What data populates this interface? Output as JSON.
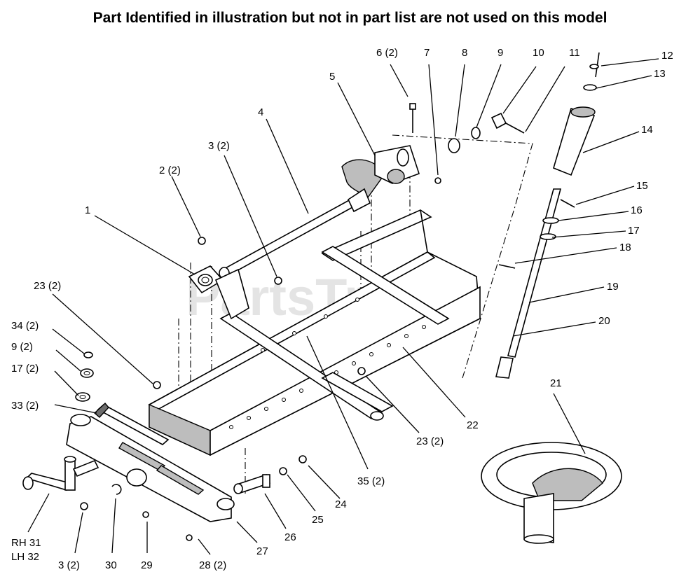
{
  "title": "Part Identified in illustration but not in part list are not used on this model",
  "watermark": "PartsTree",
  "callouts": {
    "c1": "1",
    "c2": "2 (2)",
    "c3a": "3 (2)",
    "c3b": "3 (2)",
    "c4": "4",
    "c5": "5",
    "c6": "6 (2)",
    "c7": "7",
    "c8": "8",
    "c9": "9",
    "c9b": "9 (2)",
    "c10": "10",
    "c11": "11",
    "c12": "12",
    "c13": "13",
    "c14": "14",
    "c15": "15",
    "c16": "16",
    "c17": "17",
    "c17b": "17 (2)",
    "c18": "18",
    "c19": "19",
    "c20": "20",
    "c21": "21",
    "c22": "22",
    "c23a": "23 (2)",
    "c23b": "23 (2)",
    "c24": "24",
    "c25": "25",
    "c26": "26",
    "c27": "27",
    "c28": "28 (2)",
    "c29": "29",
    "c30": "30",
    "c33": "33 (2)",
    "c34": "34 (2)",
    "c35": "35 (2)",
    "rh": "RH 31",
    "lh": "LH 32"
  }
}
